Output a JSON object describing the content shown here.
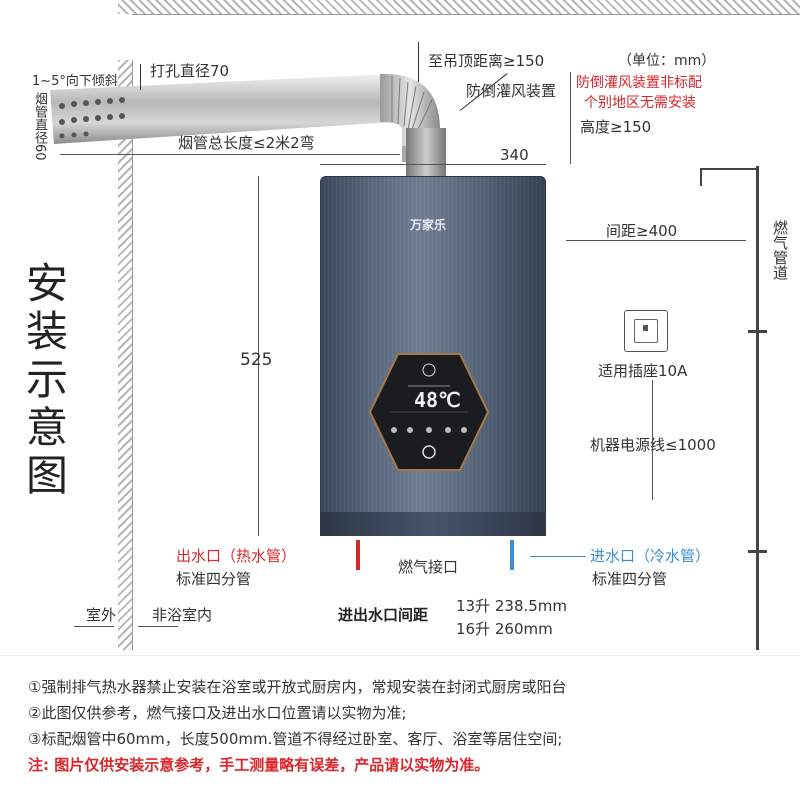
{
  "title": "安装示意图",
  "brand": "万家乐",
  "display_temp": "48℃",
  "labels": {
    "tilt": "1~5°向下倾斜",
    "hole": "打孔直径70",
    "pipe_diameter": "烟管直径60",
    "pipe_length": "烟管总长度≤2米2弯",
    "ceiling": "至吊顶距离≥150",
    "anti_wind": "防倒灌风装置",
    "unit": "（单位：mm）",
    "anti_wind_note_1": "防倒灌风装置非标配",
    "anti_wind_note_2": "个别地区无需安装",
    "height": "高度≥150",
    "width": "340",
    "spacing": "间距≥400",
    "gas_pipe": "燃气管道",
    "height_525": "525",
    "socket": "适用插座10A",
    "power_cord": "机器电源线≤1000",
    "outlet_hot": "出水口（热水管）",
    "outlet_std": "标准四分管",
    "gas_port": "燃气接口",
    "inlet_cold": "进水口（冷水管）",
    "inlet_std": "标准四分管",
    "outdoor": "室外",
    "indoor": "非浴室内",
    "spacing_title": "进出水口间距",
    "spacing_13": "13升  238.5mm",
    "spacing_16": "16升  260mm"
  },
  "notes": [
    "①强制排气热水器禁止安装在浴室或开放式厨房内，常规安装在封闭式厨房或阳台",
    "②此图仅供参考，燃气接口及进出水口位置请以实物为准;",
    "③标配烟管中60mm，长度500mm.管道不得经过卧室、客厅、浴室等居住空间;"
  ],
  "disclaimer": "注: 图片仅供安装示意参考，手工测量略有误差，产品请以实物为准。",
  "colors": {
    "hot": "#d9262b",
    "cold": "#3d8fd1",
    "heater": "#4f5d72"
  }
}
